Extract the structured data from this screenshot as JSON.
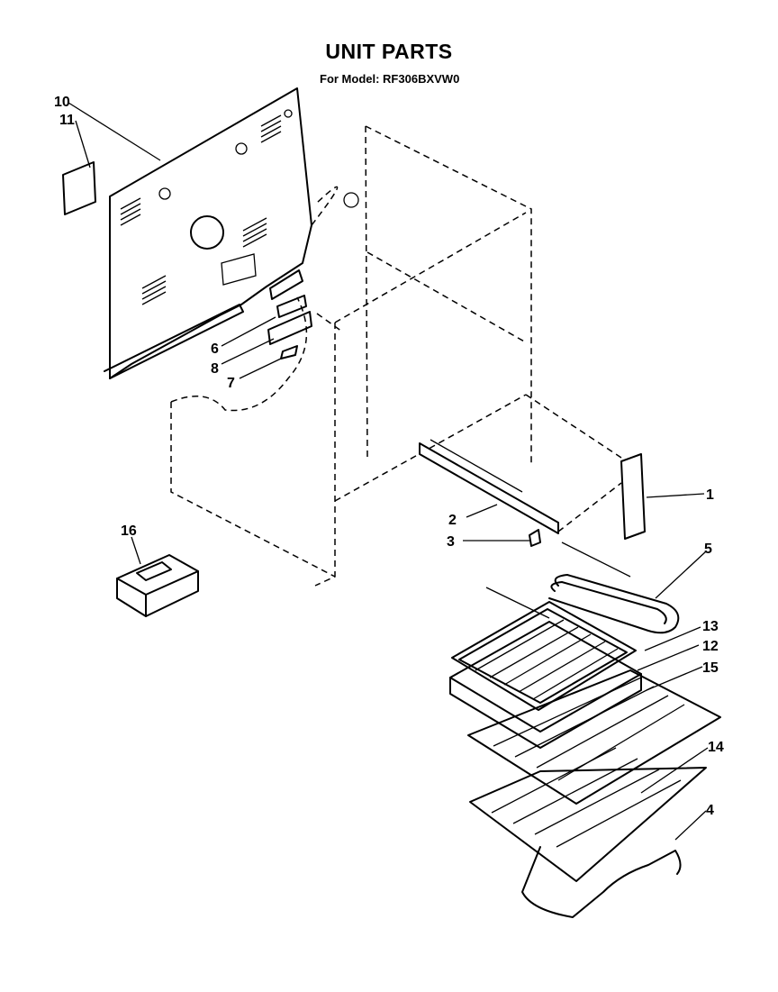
{
  "header": {
    "title": "UNIT PARTS",
    "subtitle": "For Model: RF306BXVW0"
  },
  "callouts": [
    {
      "id": "c1",
      "label": "1",
      "part": "side-trim"
    },
    {
      "id": "c2",
      "label": "2",
      "part": "bottom-rail"
    },
    {
      "id": "c3",
      "label": "3",
      "part": "rail-clip"
    },
    {
      "id": "c4",
      "label": "4",
      "part": "bake-element"
    },
    {
      "id": "c5",
      "label": "5",
      "part": "broil-element"
    },
    {
      "id": "c6",
      "label": "6",
      "part": "terminal-block"
    },
    {
      "id": "c7",
      "label": "7",
      "part": "screw"
    },
    {
      "id": "c8",
      "label": "8",
      "part": "terminal-cover"
    },
    {
      "id": "c10",
      "label": "10",
      "part": "back-panel"
    },
    {
      "id": "c11",
      "label": "11",
      "part": "access-cover"
    },
    {
      "id": "c12",
      "label": "12",
      "part": "broiler-pan"
    },
    {
      "id": "c13",
      "label": "13",
      "part": "broiler-grid"
    },
    {
      "id": "c14",
      "label": "14",
      "part": "oven-rack"
    },
    {
      "id": "c15",
      "label": "15",
      "part": "oven-rack-upper"
    },
    {
      "id": "c16",
      "label": "16",
      "part": "literature-parts"
    }
  ]
}
